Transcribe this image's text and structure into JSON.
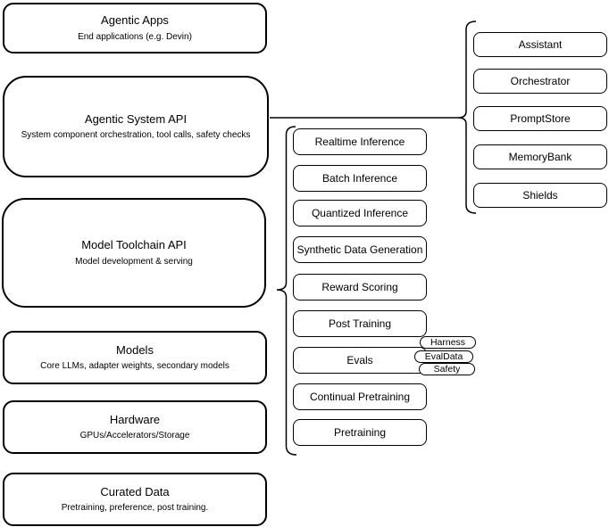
{
  "diagram": {
    "colors": {
      "stroke": "#000000",
      "fill": "#ffffff",
      "background": "#ffffff",
      "text": "#000000"
    },
    "stack": [
      {
        "title": "Agentic Apps",
        "subtitle": "End applications (e.g. Devin)"
      },
      {
        "title": "Agentic System API",
        "subtitle": "System component orchestration, tool calls, safety checks"
      },
      {
        "title": "Model Toolchain API",
        "subtitle": "Model development & serving"
      },
      {
        "title": "Models",
        "subtitle": "Core LLMs, adapter weights, secondary models"
      },
      {
        "title": "Hardware",
        "subtitle": "GPUs/Accelerators/Storage"
      },
      {
        "title": "Curated Data",
        "subtitle": "Pretraining, preference, post training."
      }
    ],
    "toolchain_components": [
      "Realtime Inference",
      "Batch Inference",
      "Quantized Inference",
      "Synthetic Data Generation",
      "Reward Scoring",
      "Post Training",
      "Evals",
      "Continual Pretraining",
      "Pretraining"
    ],
    "evals_sub_components": [
      "Harness",
      "EvalData",
      "Safety"
    ],
    "system_components": [
      "Assistant",
      "Orchestrator",
      "PromptStore",
      "MemoryBank",
      "Shields"
    ]
  }
}
